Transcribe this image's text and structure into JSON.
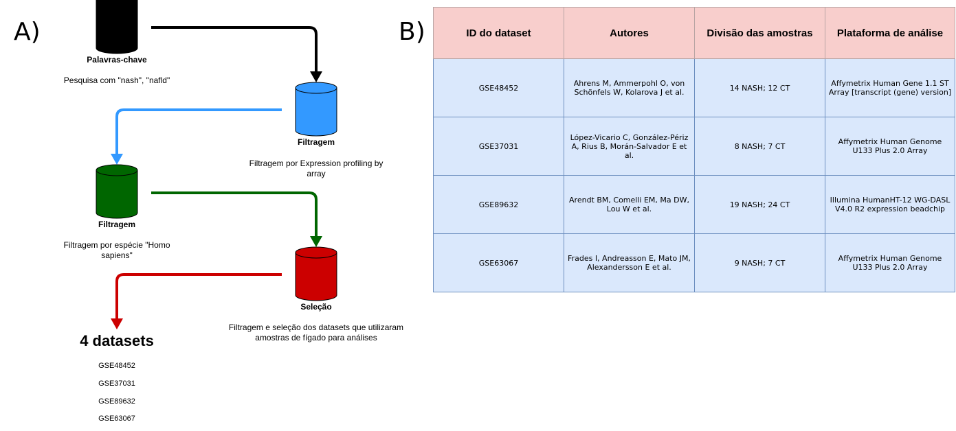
{
  "panel_a": {
    "label": "A)",
    "steps": [
      {
        "name": "Palavras-chave",
        "description": "Pesquisa com \"nash\", \"nafld\"",
        "color": "#000000"
      },
      {
        "name": "Filtragem",
        "description": "Filtragem por Expression profiling by array",
        "color": "#3399ff"
      },
      {
        "name": "Filtragem",
        "description": "Filtragem por espécie \"Homo sapiens\"",
        "color": "#006600"
      },
      {
        "name": "Seleção",
        "description": "Filtragem e seleção dos datasets que utilizaram amostras de fígado para análises",
        "color": "#cc0000"
      }
    ],
    "result_title": "4 datasets",
    "result_datasets": [
      "GSE48452",
      "GSE37031",
      "GSE89632",
      "GSE63067"
    ]
  },
  "panel_b": {
    "label": "B)",
    "headers": [
      "ID do dataset",
      "Autores",
      "Divisão das amostras",
      "Plataforma de análise"
    ],
    "rows": [
      [
        "GSE48452",
        "Ahrens M, Ammerpohl O, von Schönfels W, Kolarova J et al.",
        "14 NASH; 12 CT",
        "Affymetrix Human Gene 1.1 ST Array [transcript (gene) version]"
      ],
      [
        "GSE37031",
        "López-Vicario C, González-Périz A, Rius B, Morán-Salvador E et al.",
        "8 NASH; 7 CT",
        "Affymetrix Human Genome U133 Plus 2.0 Array"
      ],
      [
        "GSE89632",
        "Arendt BM, Comelli EM, Ma DW, Lou W et al.",
        "19 NASH; 24 CT",
        "Illumina HumanHT-12 WG-DASL V4.0 R2 expression beadchip"
      ],
      [
        "GSE63067",
        "Frades I, Andreasson E, Mato JM, Alexandersson E et al.",
        "9 NASH; 7 CT",
        "Affymetrix Human Genome U133 Plus 2.0 Array"
      ]
    ],
    "header_color": "#f8cecc",
    "cell_color": "#dae8fc"
  }
}
